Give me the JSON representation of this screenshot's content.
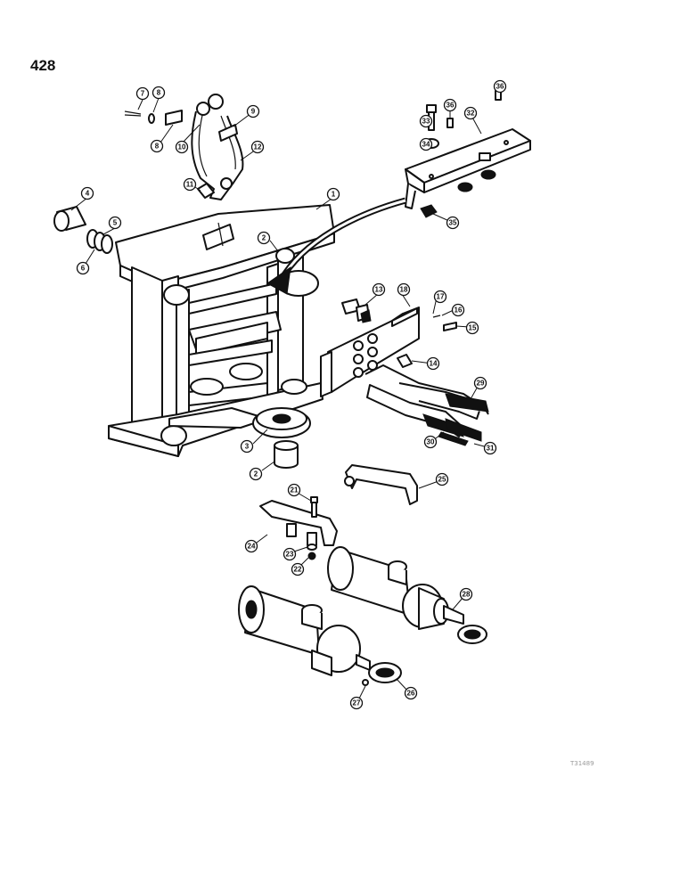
{
  "page_number": "428",
  "reference_code": "T31489",
  "callouts": [
    {
      "id": "c1",
      "label": "1"
    },
    {
      "id": "c2a",
      "label": "2"
    },
    {
      "id": "c2b",
      "label": "2"
    },
    {
      "id": "c3",
      "label": "3"
    },
    {
      "id": "c4",
      "label": "4"
    },
    {
      "id": "c5",
      "label": "5"
    },
    {
      "id": "c6",
      "label": "6"
    },
    {
      "id": "c7",
      "label": "7"
    },
    {
      "id": "c8",
      "label": "8"
    },
    {
      "id": "c9",
      "label": "9"
    },
    {
      "id": "c3b",
      "label": "8"
    },
    {
      "id": "c10",
      "label": "10"
    },
    {
      "id": "c11",
      "label": "11"
    },
    {
      "id": "c12",
      "label": "12"
    },
    {
      "id": "c13",
      "label": "13"
    },
    {
      "id": "c14",
      "label": "14"
    },
    {
      "id": "c15",
      "label": "15"
    },
    {
      "id": "c16",
      "label": "16"
    },
    {
      "id": "c17",
      "label": "17"
    },
    {
      "id": "c18",
      "label": "18"
    },
    {
      "id": "c21",
      "label": "21"
    },
    {
      "id": "c22",
      "label": "22"
    },
    {
      "id": "c23",
      "label": "23"
    },
    {
      "id": "c24",
      "label": "24"
    },
    {
      "id": "c25",
      "label": "25"
    },
    {
      "id": "c26",
      "label": "26"
    },
    {
      "id": "c27",
      "label": "27"
    },
    {
      "id": "c28",
      "label": "28"
    },
    {
      "id": "c29",
      "label": "29"
    },
    {
      "id": "c30",
      "label": "30"
    },
    {
      "id": "c31",
      "label": "31"
    },
    {
      "id": "c32",
      "label": "32"
    },
    {
      "id": "c33",
      "label": "33"
    },
    {
      "id": "c34",
      "label": "34"
    },
    {
      "id": "c35",
      "label": "35"
    },
    {
      "id": "c36a",
      "label": "36"
    },
    {
      "id": "c36b",
      "label": "36"
    }
  ]
}
